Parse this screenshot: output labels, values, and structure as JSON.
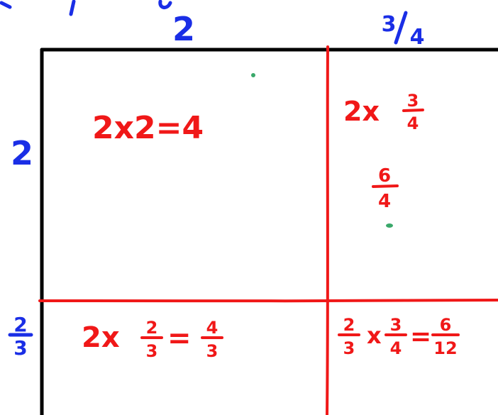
{
  "colors": {
    "dimension_ink": "#1a2ee6",
    "product_ink": "#f01818",
    "outline_ink": "#000000",
    "stray_dot": "#3aa86a"
  },
  "dimensions": {
    "top_whole": "2",
    "top_fraction": {
      "num": "3",
      "den": "4"
    },
    "left_whole": "2",
    "left_fraction": {
      "num": "2",
      "den": "3"
    }
  },
  "cells": {
    "top_left": {
      "text": "2x2=4"
    },
    "top_right": {
      "lead": "2x",
      "frac": {
        "num": "3",
        "den": "4"
      },
      "result": {
        "num": "6",
        "den": "4"
      }
    },
    "bottom_left": {
      "lead": "2x",
      "frac": {
        "num": "2",
        "den": "3"
      },
      "eq": "=",
      "result": {
        "num": "4",
        "den": "3"
      }
    },
    "bottom_right": {
      "frac_a": {
        "num": "2",
        "den": "3"
      },
      "times": "x",
      "frac_b": {
        "num": "3",
        "den": "4"
      },
      "eq": "=",
      "result": {
        "num": "6",
        "den": "12"
      }
    }
  }
}
